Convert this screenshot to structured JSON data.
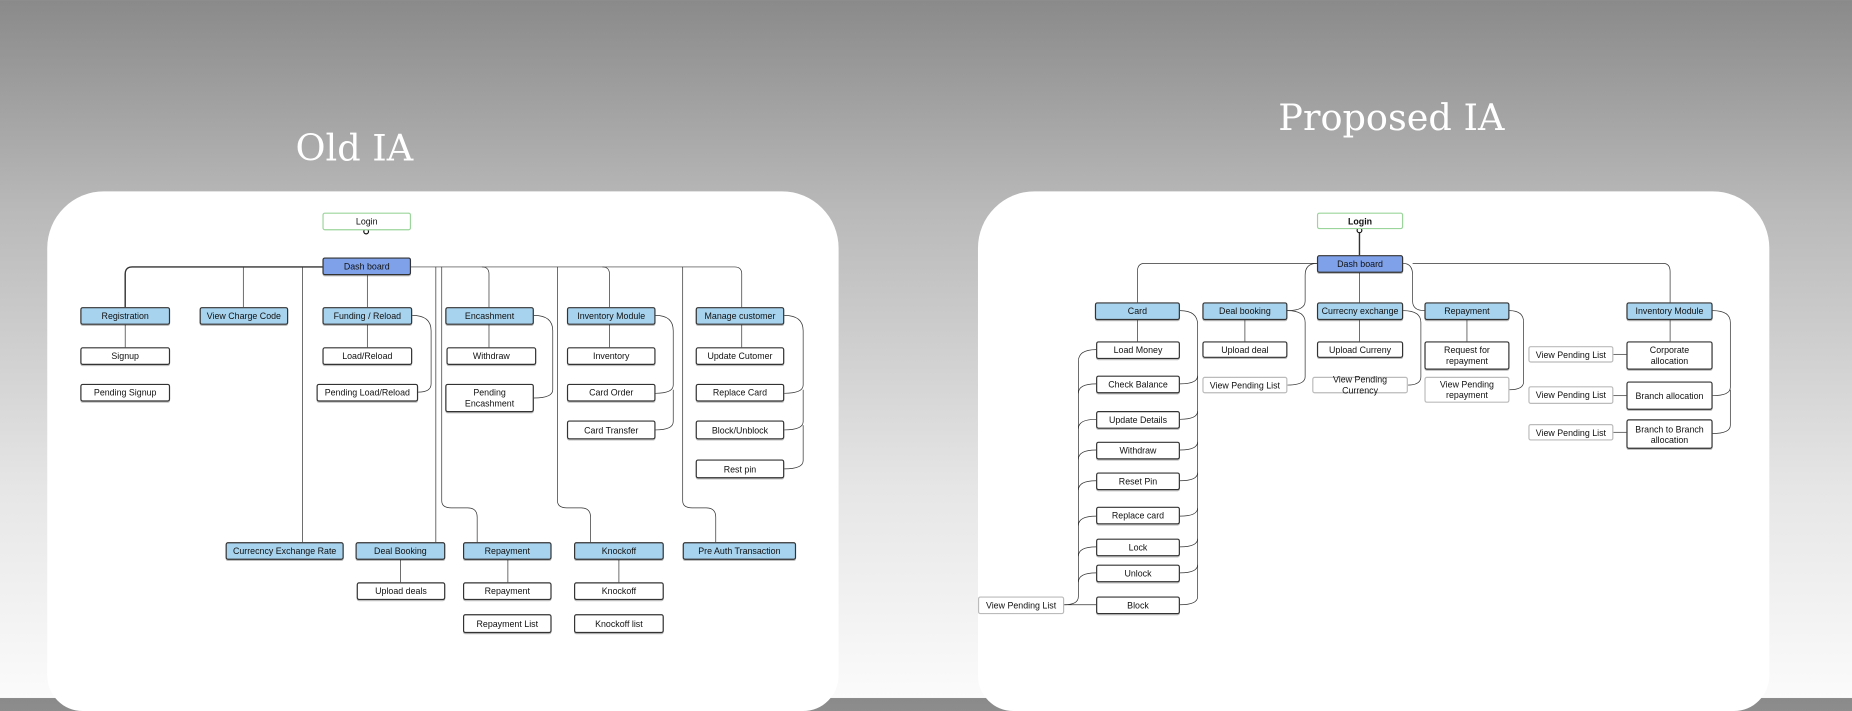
{
  "titles": {
    "old": "Old IA",
    "proposed": "Proposed IA"
  },
  "colors": {
    "dashboard": "#7ea1ea",
    "module": "#a7d3ee",
    "login_border": "#9bd59b",
    "line": "#333333"
  },
  "old_ia": {
    "login": "Login",
    "dash": "Dash board",
    "registration": "Registration",
    "charge": "View Charge Code",
    "funding": "Funding / Reload",
    "encash": "Encashment",
    "inventory": "Inventory Module",
    "manage": "Manage customer",
    "signup": "Signup",
    "pending_signup": "Pending Signup",
    "load": "Load/Reload",
    "pending_load": "Pending Load/Reload",
    "withdraw": "Withdraw",
    "pending_encash": "Pending Encashment",
    "inv": "Inventory",
    "card_order": "Card Order",
    "card_transfer": "Card Transfer",
    "update_cust": "Update Cutomer",
    "replace_card": "Replace Card",
    "block": "Block/Unblock",
    "rest_pin": "Rest pin",
    "fx_rate": "Currecncy Exchange Rate",
    "deal": "Deal Booking",
    "repayment": "Repayment",
    "knockoff": "Knockoff",
    "preauth": "Pre Auth Transaction",
    "upload_deals": "Upload deals",
    "repayment_c": "Repayment",
    "knockoff_c": "Knockoff",
    "repayment_list": "Repayment List",
    "knockoff_list": "Knockoff list"
  },
  "proposed_ia": {
    "login": "Login",
    "dash": "Dash board",
    "card": "Card",
    "deal": "Deal booking",
    "fx": "Currecny exchange",
    "repay": "Repayment",
    "inventory": "Inventory Module",
    "load_money": "Load Money",
    "check_balance": "Check Balance",
    "update_details": "Update Details",
    "withdraw": "Withdraw",
    "reset_pin": "Reset Pin",
    "replace_card": "Replace card",
    "lock": "Lock",
    "unlock": "Unlock",
    "block": "Block",
    "card_pending": "View Pending List",
    "upload_deal": "Upload deal",
    "deal_pending": "View Pending List",
    "upload_currency": "Upload Curreny",
    "fx_pending": "View Pending Currency",
    "request_repay": "Request for repayment",
    "repay_pending": "View Pending repayment",
    "corporate": "Corporate allocation",
    "branch": "Branch allocation",
    "b2b": "Branch to Branch allocation",
    "corp_pending": "View Pending List",
    "branch_pending": "View Pending List",
    "b2b_pending": "View Pending List"
  }
}
